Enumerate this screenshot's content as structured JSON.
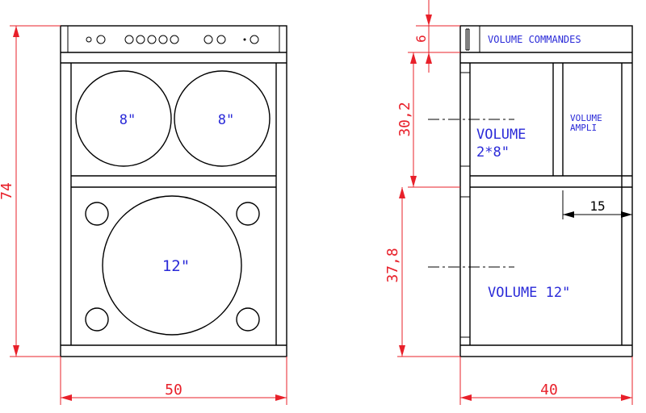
{
  "front_view": {
    "speaker_top_left": "8\"",
    "speaker_top_right": "8\"",
    "speaker_bottom": "12\"",
    "dim_height": "74",
    "dim_width": "50"
  },
  "side_view": {
    "label_controls": "VOLUME COMMANDES",
    "label_volume_8_line1": "VOLUME",
    "label_volume_8_line2": "2*8\"",
    "label_ampli_line1": "VOLUME",
    "label_ampli_line2": "AMPLI",
    "label_volume_12": "VOLUME 12\"",
    "dim_controls": "6",
    "dim_upper": "30,2",
    "dim_lower": "37,8",
    "dim_ampli_depth": "15",
    "dim_depth": "40"
  },
  "colors": {
    "outline": "#000000",
    "dimension": "#e8202a",
    "label": "#2a2ad8"
  }
}
